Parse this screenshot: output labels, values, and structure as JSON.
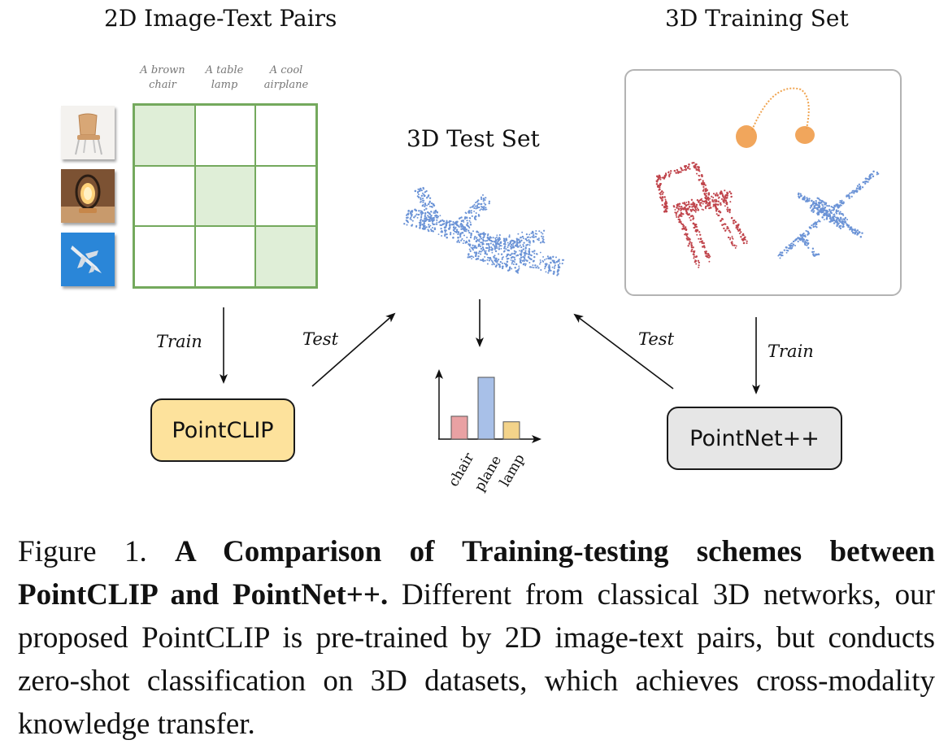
{
  "headings": {
    "image_text_pairs": "2D Image-Text Pairs",
    "training_set": "3D Training Set",
    "test_set": "3D Test Set"
  },
  "columns": [
    {
      "line1": "A brown",
      "line2": "chair"
    },
    {
      "line1": "A table",
      "line2": "lamp"
    },
    {
      "line1": "A cool",
      "line2": "airplane"
    }
  ],
  "matrix_diagonal": [
    [
      1,
      0,
      0
    ],
    [
      0,
      1,
      0
    ],
    [
      0,
      0,
      1
    ]
  ],
  "edges": {
    "train_left": "Train",
    "test_left": "Test",
    "test_right": "Test",
    "train_right": "Train"
  },
  "models": {
    "left": "PointCLIP",
    "right": "PointNet++"
  },
  "bars": [
    {
      "label": "chair",
      "color": "#e9a1a3",
      "value": 0.37
    },
    {
      "label": "plane",
      "color": "#a8c0e8",
      "value": 1.0
    },
    {
      "label": "lamp",
      "color": "#f3d38a",
      "value": 0.28
    }
  ],
  "colors": {
    "grid_line": "#74a95d",
    "grid_fill": "#dfeed7",
    "pointclip_fill": "#fde29c",
    "pointnet_fill": "#e6e6e6",
    "plane_points": "#6b93d6",
    "chair_points": "#c0454c",
    "lamp_points": "#ee9640"
  },
  "caption": {
    "prefix": "Figure 1. ",
    "bold": "A Comparison of Training-testing schemes between PointCLIP and PointNet++.",
    "rest": " Different from classical 3D networks, our proposed PointCLIP is pre-trained by 2D image-text pairs, but conducts zero-shot classification on 3D datasets, which achieves cross-modality knowledge transfer."
  }
}
